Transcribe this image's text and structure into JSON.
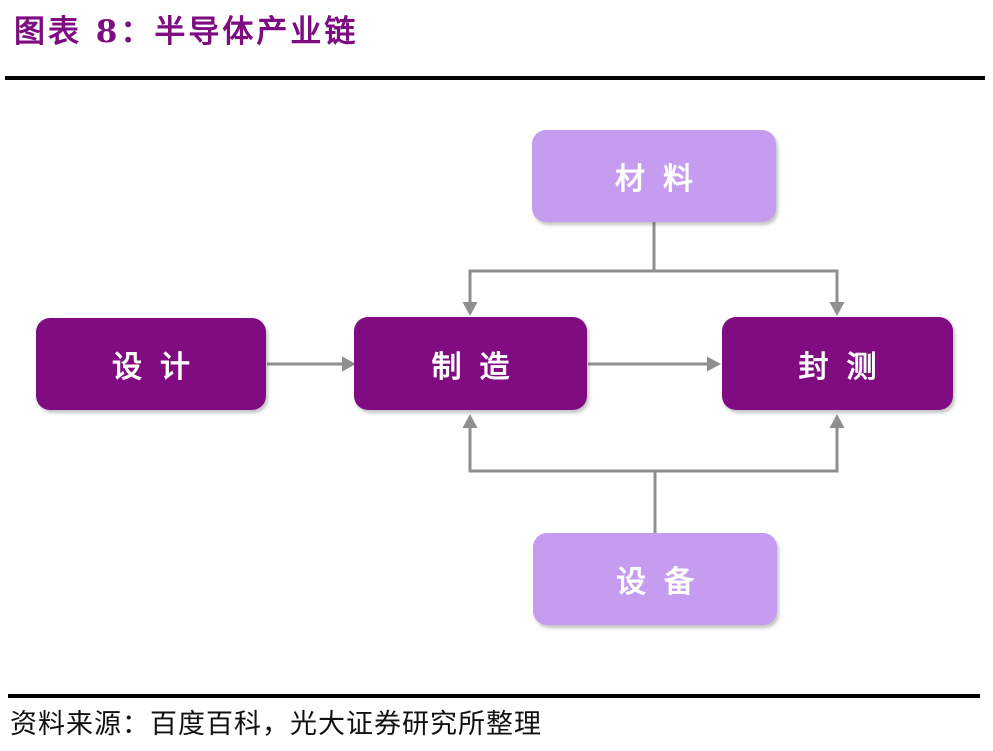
{
  "figure": {
    "title": "图表 8：半导体产业链",
    "source": "资料来源：百度百科，光大证券研究所整理"
  },
  "colors": {
    "title_text": "#7D0C80",
    "node_dark": "#810C81",
    "node_light": "#C59CEF",
    "node_text": "#FFFFFF",
    "connector": "#8F8F8F",
    "rule": "#000000",
    "source_text": "#111111"
  },
  "diagram": {
    "nodes": [
      {
        "id": "materials",
        "label": "材料",
        "tone": "light"
      },
      {
        "id": "design",
        "label": "设计",
        "tone": "dark"
      },
      {
        "id": "manufacturing",
        "label": "制造",
        "tone": "dark"
      },
      {
        "id": "packaging-testing",
        "label": "封测",
        "tone": "dark"
      },
      {
        "id": "equipment",
        "label": "设备",
        "tone": "light"
      }
    ],
    "edges": [
      {
        "from": "材料",
        "to": "制造"
      },
      {
        "from": "材料",
        "to": "封测"
      },
      {
        "from": "设计",
        "to": "制造"
      },
      {
        "from": "制造",
        "to": "封测"
      },
      {
        "from": "设备",
        "to": "制造"
      },
      {
        "from": "设备",
        "to": "封测"
      }
    ]
  }
}
